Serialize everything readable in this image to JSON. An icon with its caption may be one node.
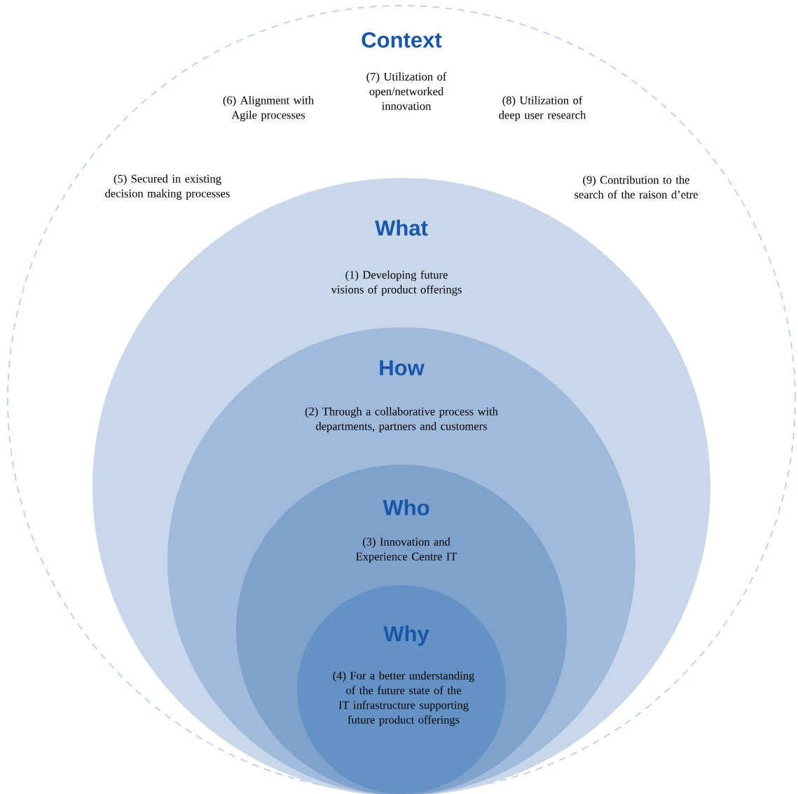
{
  "diagram": {
    "nodes": [
      {
        "text": [
          "Context",
          "(7) Utilization of open/networked innovation",
          "(6) Alignment with Agile processes",
          "(8) Utilization of deep user research",
          "(5) Secured in existing decision making processes",
          "(9) Contribution to the search of the raison d’etre"
        ]
      },
      {
        "text": [
          "What",
          "(1) Developing future visions of product offerings"
        ],
        "in": 0
      },
      {
        "text": [
          "How",
          "(2) Through a collaborative process with departments, partners and customers"
        ],
        "in": 1
      },
      {
        "text": [
          "Who",
          "(3) Innovation and Experience Centre IT"
        ],
        "in": 2
      },
      {
        "text": [
          "Why",
          "(4) For a better understanding of the future state of the IT infrastructure supporting future product offerings"
        ],
        "in": 3
      }
    ]
  }
}
